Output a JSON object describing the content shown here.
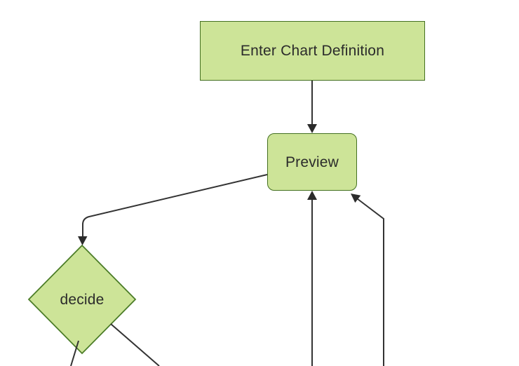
{
  "diagram": {
    "type": "flowchart",
    "direction": "top-down",
    "nodes": [
      {
        "id": "A",
        "label": "Enter Chart Definition",
        "shape": "rectangle"
      },
      {
        "id": "B",
        "label": "Preview",
        "shape": "rounded-rectangle"
      },
      {
        "id": "C",
        "label": "decide",
        "shape": "diamond"
      }
    ],
    "edges": [
      {
        "from": "A",
        "to": "B",
        "arrow": true,
        "description": "Enter Chart Definition to Preview, vertical arrow down"
      },
      {
        "from": "B",
        "to": "C",
        "arrow": true,
        "description": "Preview left side down-left then vertical into top of decide diamond"
      },
      {
        "from": "offscreen-bottom",
        "to": "B",
        "arrow": true,
        "description": "vertical line from bottom edge up into Preview bottom"
      },
      {
        "from": "offscreen-bottom-right",
        "to": "B",
        "arrow": true,
        "description": "vertical line from bottom edge, diagonal into Preview bottom-right corner"
      },
      {
        "from": "C",
        "to": "offscreen-bottom-left",
        "arrow": false,
        "description": "line from diamond bottom vertex running off bottom edge"
      },
      {
        "from": "C",
        "to": "offscreen-bottom-right",
        "arrow": false,
        "description": "line from diamond lower-right edge running off bottom edge"
      }
    ],
    "colors": {
      "background": "#ffffff",
      "node_fill": "#cde498",
      "node_border": "#447021",
      "diamond_border": "#4c7d28",
      "edge_stroke": "#333333",
      "arrowhead_fill": "#2b2b2b",
      "text": "#2b2b2b"
    }
  }
}
